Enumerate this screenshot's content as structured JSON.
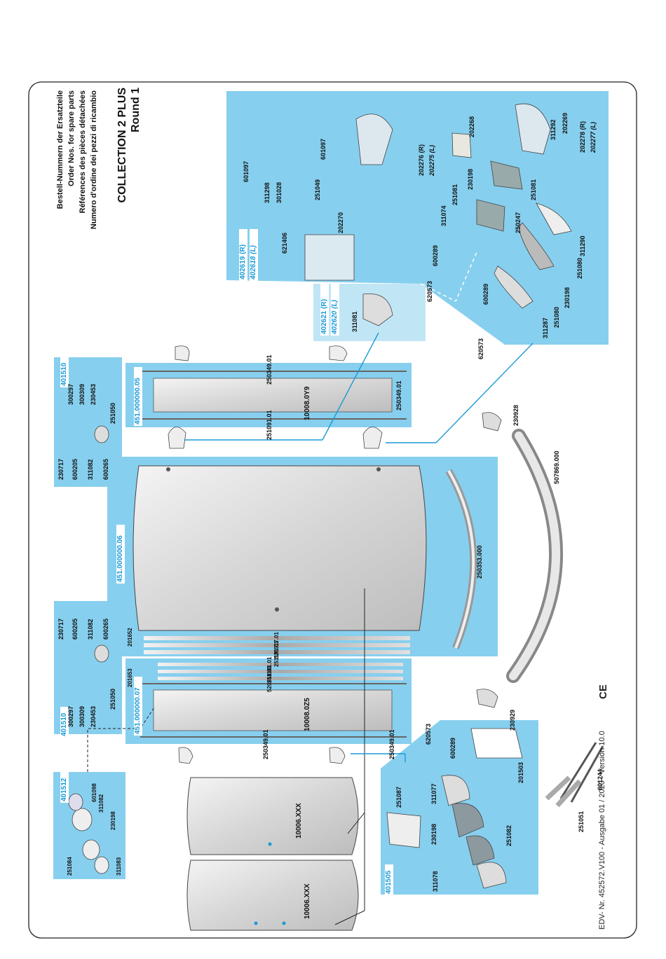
{
  "header": {
    "lines": [
      "Bestell-Nummern der Ersatzteile",
      "Order Nos. for spare parts",
      "Références des pièces détachées",
      "Numero d'ordine dei pezzi di ricambio"
    ],
    "product": "COLLECTION 2 PLUS",
    "variant": "Round 1"
  },
  "footer": {
    "text": "EDV- Nr. 452572.V100 - Ausgabe 01 / 2020 - Version 10.0",
    "mark": "CE"
  },
  "kits": {
    "k402619": "402619  (R)",
    "k402618": "402618  (L)",
    "k402621": "402621  (R)",
    "k402620": "402620  (L)",
    "k401510_top": "401510",
    "k401510_mid": "401510",
    "k401512": "401512",
    "k401505": "401505"
  },
  "assemblies": {
    "a05": "451.000000.05",
    "a06": "451.000000.06",
    "a07": "451.000000.07"
  },
  "glass": {
    "g1": "10006.XXX",
    "g2": "10006.XXX",
    "g_a07": "10008.0Z5",
    "g_a05": "10008.0Y9"
  },
  "profiles": {
    "p250349_a": "250349.01",
    "p250349_b": "250349.01",
    "p250349_c": "250349.01",
    "p250349_d": "250349.01",
    "p251091": "251091.01",
    "p520517": "520517.01",
    "p251181_a": "251181.01",
    "p251181_b": "251181.01",
    "p520518": "520518.01",
    "p250353": "250353.000",
    "p507869": "507869.000"
  },
  "parts": {
    "t601097a": "601097",
    "t311298": "311298",
    "t301028": "301028",
    "t251049": "251049",
    "t601097b": "601097",
    "t621406": "621406",
    "t202270": "202270",
    "t202276": "202276 (R)",
    "t202275": "202275 (L)",
    "t202268": "202268",
    "t311292": "311292",
    "t202269": "202269",
    "t202278": "202278 (R)",
    "t202277": "202277 (L)",
    "t230198a": "230198",
    "t251081a": "251081",
    "t251081b": "251081",
    "t311074": "311074",
    "t250247": "250247",
    "t311290": "311290",
    "t600289a": "600289",
    "t620573a": "620573",
    "t600289b": "600289",
    "t230198b": "230198",
    "t251080a": "251080",
    "t251080b": "251080",
    "t311287": "311287",
    "t620573b": "620573",
    "t311081": "311081",
    "t230928": "230928",
    "t230929": "230929",
    "t300297a": "300297",
    "t300309a": "300309",
    "t230453a": "230453",
    "t251050a": "251050",
    "t230717a": "230717",
    "t600205a": "600205",
    "t311082a": "311082",
    "t600265a": "600265",
    "t230717b": "230717",
    "t600205b": "600205",
    "t311082b": "311082",
    "t600265b": "600265",
    "t300297b": "300297",
    "t300309b": "300309",
    "t230453b": "230453",
    "t251050b": "251050",
    "t201652": "201652",
    "t201653": "201653",
    "t601098": "601098",
    "t311082c": "311082",
    "t230198c": "230198",
    "t251084": "251084",
    "t311083": "311083",
    "t620573c": "620573",
    "t600289c": "600289",
    "t201503": "201503",
    "t251087": "251087",
    "t311077": "311077",
    "t230198d": "230198",
    "t251082": "251082",
    "t311078": "311078",
    "t251051": "251051",
    "t601244": "601244"
  },
  "colors": {
    "panel": "#87cfee",
    "panel_light": "#c0e6f6",
    "accent": "#1a9ad6",
    "glass": "#e2e2e2"
  }
}
